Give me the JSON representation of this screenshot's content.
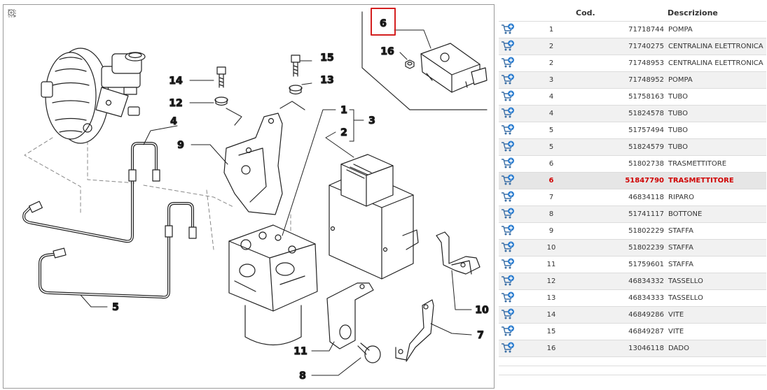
{
  "diagram": {
    "zoom_tools": [
      "fit-icon",
      "zoom-in-icon",
      "zoom-out-icon"
    ],
    "callouts": {
      "c1": "1",
      "c2": "2",
      "c3": "3",
      "c4": "4",
      "c5": "5",
      "c6": "6",
      "c7": "7",
      "c8": "8",
      "c9": "9",
      "c10": "10",
      "c11": "11",
      "c12": "12",
      "c13": "13",
      "c14": "14",
      "c15": "15",
      "c16": "16"
    },
    "highlight_color": "#d42020"
  },
  "parts_table": {
    "headers": {
      "pos": "",
      "cod": "Cod.",
      "desc": "Descrizione"
    },
    "rows": [
      {
        "pos": "1",
        "cod": "71718744",
        "desc": "POMPA"
      },
      {
        "pos": "2",
        "cod": "71740275",
        "desc": "CENTRALINA ELETTRONICA"
      },
      {
        "pos": "2",
        "cod": "71748953",
        "desc": "CENTRALINA ELETTRONICA"
      },
      {
        "pos": "3",
        "cod": "71748952",
        "desc": "POMPA"
      },
      {
        "pos": "4",
        "cod": "51758163",
        "desc": "TUBO"
      },
      {
        "pos": "4",
        "cod": "51824578",
        "desc": "TUBO"
      },
      {
        "pos": "5",
        "cod": "51757494",
        "desc": "TUBO"
      },
      {
        "pos": "5",
        "cod": "51824579",
        "desc": "TUBO"
      },
      {
        "pos": "6",
        "cod": "51802738",
        "desc": "TRASMETTITORE"
      },
      {
        "pos": "6",
        "cod": "51847790",
        "desc": "TRASMETTITORE"
      },
      {
        "pos": "7",
        "cod": "46834118",
        "desc": "RIPARO"
      },
      {
        "pos": "8",
        "cod": "51741117",
        "desc": "BOTTONE"
      },
      {
        "pos": "9",
        "cod": "51802229",
        "desc": "STAFFA"
      },
      {
        "pos": "10",
        "cod": "51802239",
        "desc": "STAFFA"
      },
      {
        "pos": "11",
        "cod": "51759601",
        "desc": "STAFFA"
      },
      {
        "pos": "12",
        "cod": "46834332",
        "desc": "TASSELLO"
      },
      {
        "pos": "13",
        "cod": "46834333",
        "desc": "TASSELLO"
      },
      {
        "pos": "14",
        "cod": "46849286",
        "desc": "VITE"
      },
      {
        "pos": "15",
        "cod": "46849287",
        "desc": "VITE"
      },
      {
        "pos": "16",
        "cod": "13046118",
        "desc": "DADO"
      }
    ],
    "highlighted_row": 9,
    "accent_color": "#d00000",
    "cart_icon": "add-to-cart-icon"
  }
}
